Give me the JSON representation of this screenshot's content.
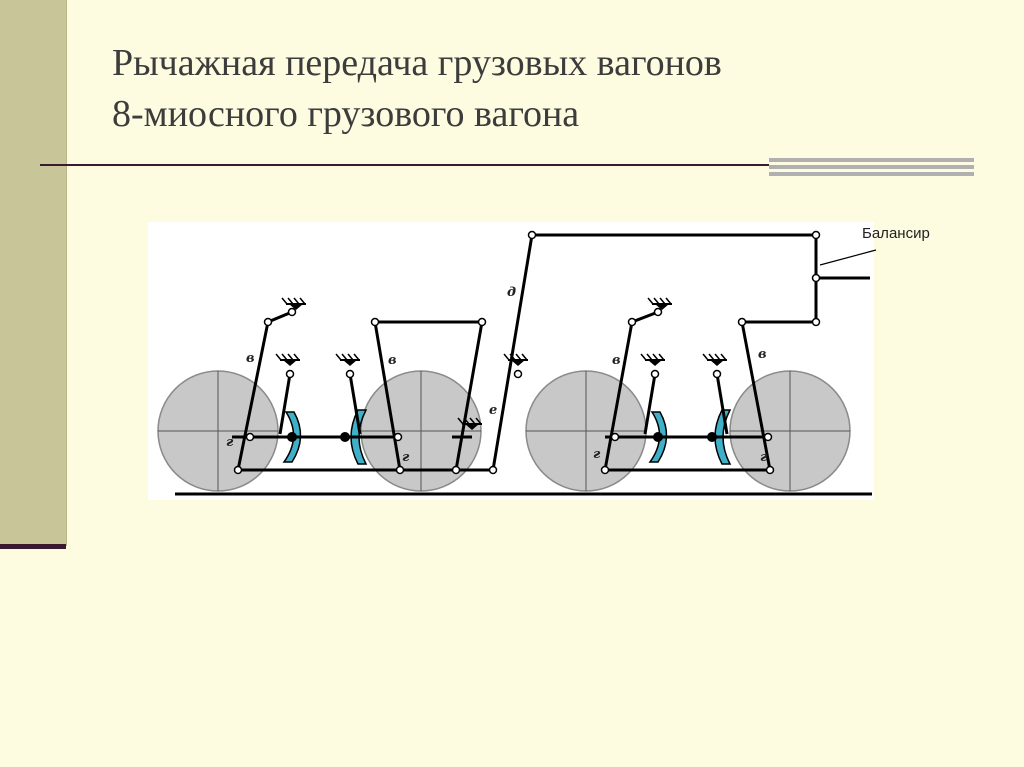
{
  "slide": {
    "title_line1": "Рычажная передача грузовых вагонов",
    "title_line2": "8-миосного грузового вагона"
  },
  "diagram": {
    "callout_label": "Балансир",
    "letters": {
      "d": "д",
      "e": "е",
      "v": "в",
      "g": "г"
    },
    "colors": {
      "wheel": "#c8c8c8",
      "shoe": "#40b0c8",
      "frame": "#000000"
    }
  }
}
